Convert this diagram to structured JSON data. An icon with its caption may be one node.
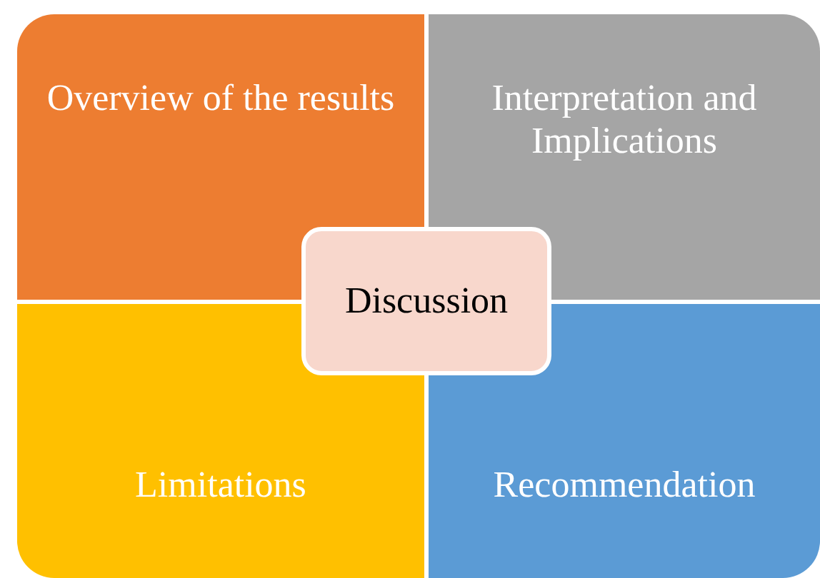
{
  "diagram": {
    "nodes": [
      {
        "text": [
          "Overview of the results"
        ]
      },
      {
        "text": [
          "Interpretation and Implications"
        ]
      },
      {
        "text": [
          "Limitations"
        ]
      },
      {
        "text": [
          "Recommendation"
        ]
      },
      {
        "text": [
          "Discussion"
        ]
      }
    ],
    "edges": []
  }
}
